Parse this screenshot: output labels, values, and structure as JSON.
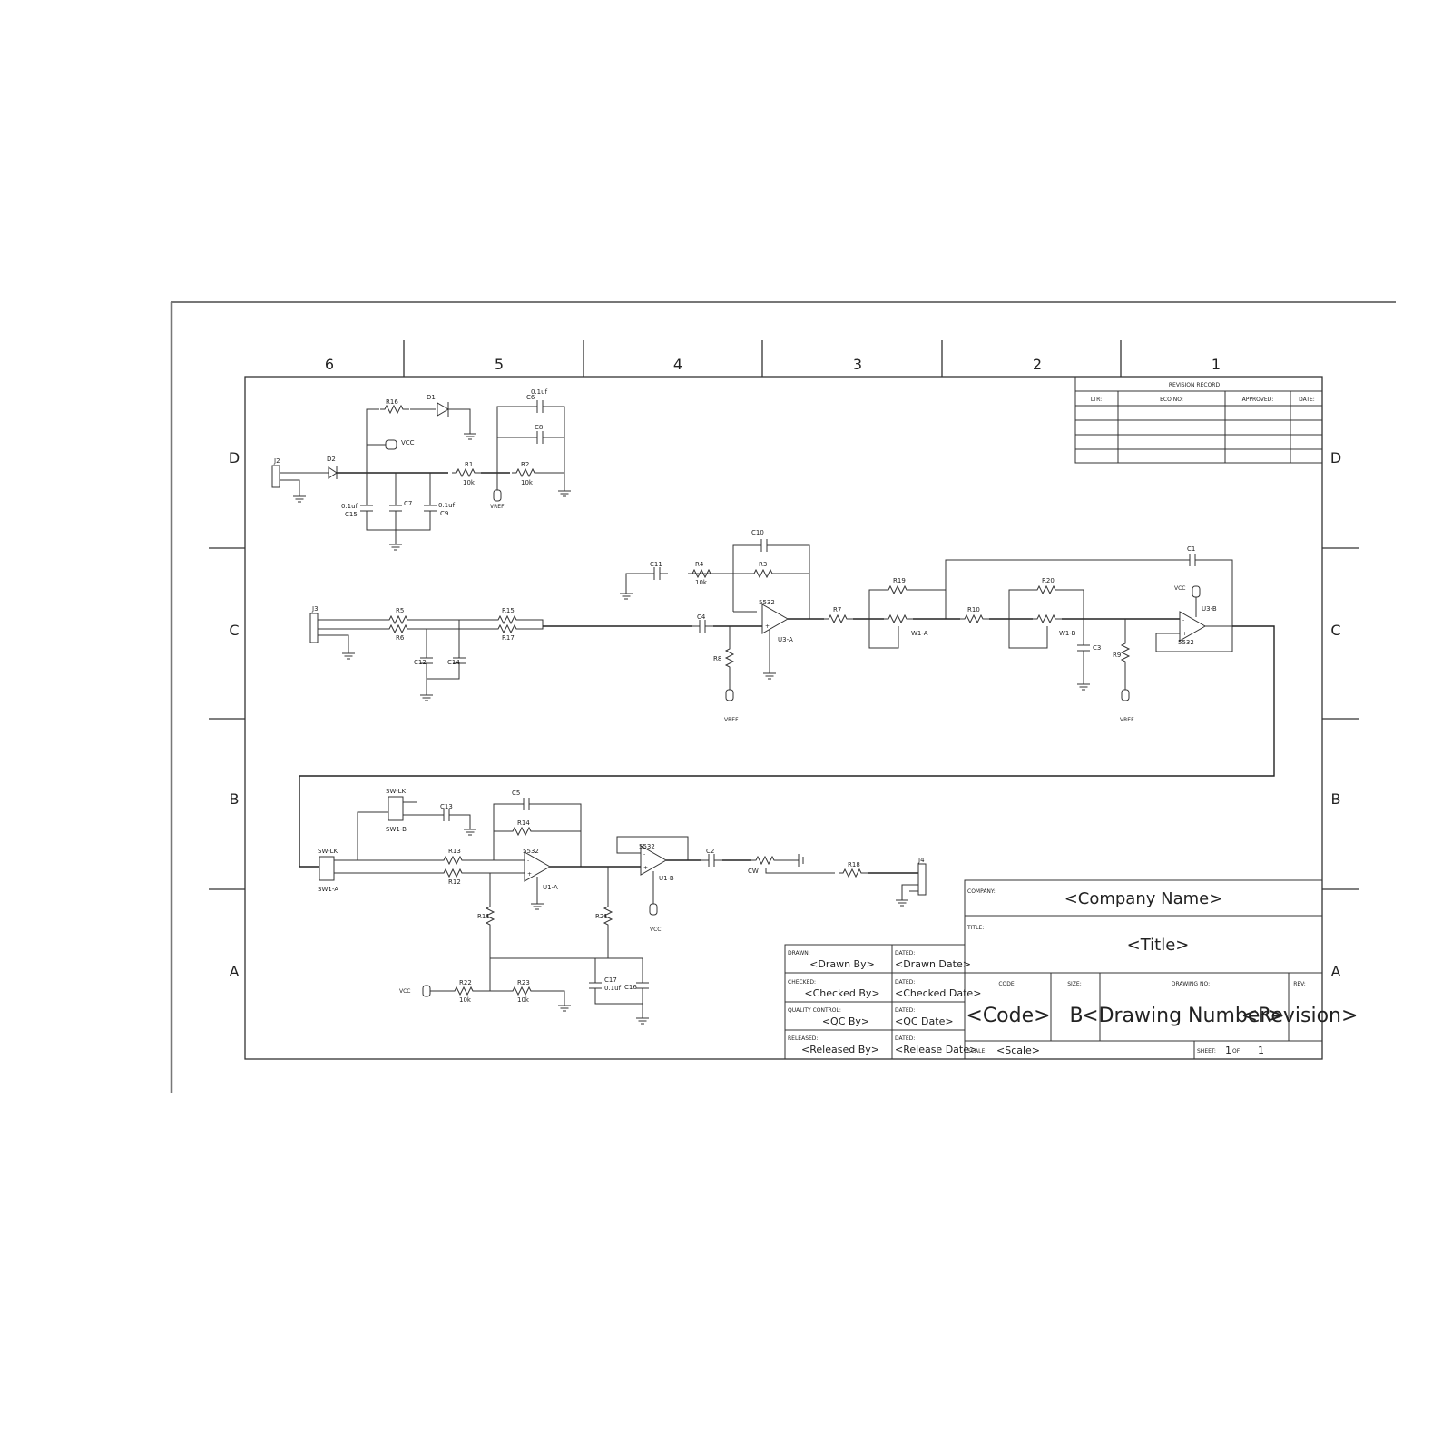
{
  "sheet": {
    "zones_top": [
      "6",
      "5",
      "4",
      "3",
      "2",
      "1"
    ],
    "zones_side": [
      "D",
      "C",
      "B",
      "A"
    ]
  },
  "revision_record": {
    "title": "REVISION RECORD",
    "columns": [
      "LTR:",
      "ECO NO:",
      "APPROVED:",
      "DATE:"
    ]
  },
  "title_block": {
    "company_label": "COMPANY:",
    "company": "<Company Name>",
    "title_label": "TITLE:",
    "title": "<Title>",
    "code_label": "CODE:",
    "code": "<Code>",
    "size_label": "SIZE:",
    "size": "B",
    "drawing_no_label": "DRAWING NO:",
    "drawing_no": "<Drawing Number>",
    "rev_label": "REV:",
    "rev": "<Revision>",
    "scale_label": "SCALE:",
    "scale": "<Scale>",
    "sheet_label": "SHEET:",
    "sheet_num": "1",
    "of_label": "OF",
    "sheet_total": "1",
    "drawn_label": "DRAWN:",
    "drawn_by": "<Drawn By>",
    "checked_label": "CHECKED:",
    "checked_by": "<Checked By>",
    "qc_label": "QUALITY CONTROL:",
    "qc_by": "<QC By>",
    "released_label": "RELEASED:",
    "released_by": "<Released By>",
    "dated_label": "DATED:",
    "drawn_date": "<Drawn Date>",
    "checked_date": "<Checked Date>",
    "qc_date": "<QC Date>",
    "release_date": "<Release Date>"
  },
  "parts": {
    "r16": "R16",
    "d1": "D1",
    "c6": "C6",
    "c6_val": "0.1uf",
    "c8": "C8",
    "vcc": "VCC",
    "j2": "J2",
    "d2": "D2",
    "r1": "R1",
    "r1_val": "10k",
    "r2": "R2",
    "r2_val": "10k",
    "vref": "VREF",
    "c15": "C15",
    "c15_val": "0.1uf",
    "c7": "C7",
    "c9": "C9",
    "c9_val": "0.1uf",
    "c10": "C10",
    "c11": "C11",
    "r4": "R4",
    "r4_val": "10k",
    "r3": "R3",
    "u3a": "U3-A",
    "u3a_chip": "5532",
    "j3": "J3",
    "r5": "R5",
    "r6": "R6",
    "r15": "R15",
    "r17": "R17",
    "c12": "C12",
    "c14": "C14",
    "c4": "C4",
    "r8": "R8",
    "r7": "R7",
    "r19": "R19",
    "w1a": "W1-A",
    "r10": "R10",
    "r20": "R20",
    "w1b": "W1-B",
    "c3": "C3",
    "c1": "C1",
    "u3b": "U3-B",
    "u3b_chip": "5532",
    "r9": "R9",
    "swlk_top": "SW-LK",
    "sw1b": "SW1-B",
    "c13": "C13",
    "c5": "C5",
    "r14": "R14",
    "swlk_left": "SW-LK",
    "sw1a": "SW1-A",
    "r13": "R13",
    "r12": "R12",
    "u1a": "U1-A",
    "u1a_chip": "5532",
    "u1b": "U1-B",
    "u1b_chip": "5532",
    "c2": "C2",
    "cw": "CW",
    "r18": "R18",
    "j4": "J4",
    "r11": "R11",
    "r21": "R21",
    "c17": "C17",
    "c17_val": "0.1uf",
    "c16": "C16",
    "r22": "R22",
    "r22_val": "10k",
    "r23": "R23",
    "r23_val": "10k"
  }
}
